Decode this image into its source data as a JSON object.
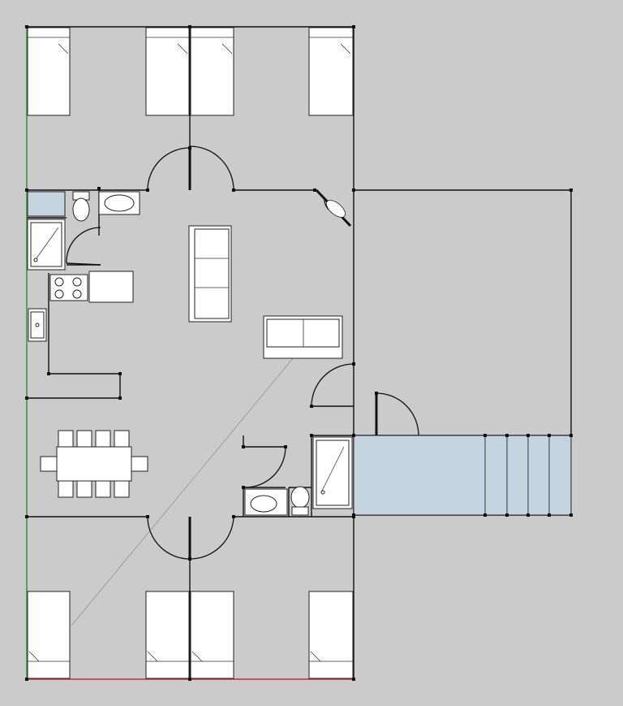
{
  "canvas": {
    "background": "#cbcbcb"
  },
  "colors": {
    "wall": "#111111",
    "furniture": "#ffffff",
    "water_fill": "#c5d5e0",
    "axis_green": "#3a9a3a",
    "axis_red": "#c03030",
    "guide": "#8d8d8d"
  },
  "rooms": {
    "top_bedrooms_beds": 4,
    "bottom_bedrooms_beds": 4,
    "dining_chairs": 8
  },
  "icons": [
    "bed-icon",
    "toilet-icon",
    "sink-icon",
    "shower-icon",
    "stove-icon",
    "counter-icon",
    "sofa-icon",
    "table-icon",
    "chair-icon",
    "door-icon",
    "stair-icon",
    "pool-icon"
  ]
}
